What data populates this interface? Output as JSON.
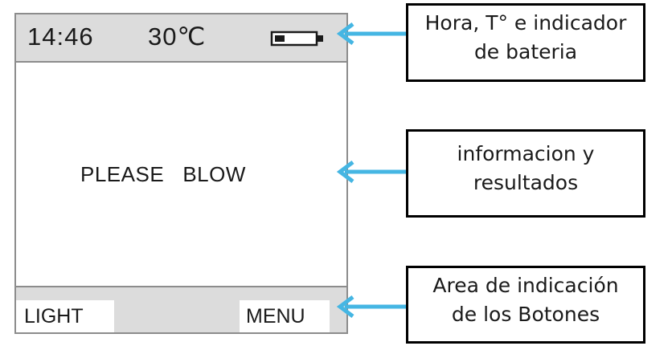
{
  "device_screen": {
    "status_bar": {
      "time": "14:46",
      "temperature": "30℃",
      "battery_icon": "battery-low-icon"
    },
    "main_message": "PLEASE   BLOW",
    "button_bar": {
      "left_softkey": "LIGHT",
      "right_softkey": "MENU"
    }
  },
  "annotations": {
    "status_callout": [
      "Hora, T° e indicador",
      "de bateria"
    ],
    "info_callout": [
      "informacion y",
      "resultados"
    ],
    "buttons_callout": [
      "Area de indicación",
      "de los Botones"
    ]
  },
  "colors": {
    "arrow": "#45b6e3",
    "bar_background": "#dcdcdc",
    "screen_border": "#8c8c8c"
  }
}
